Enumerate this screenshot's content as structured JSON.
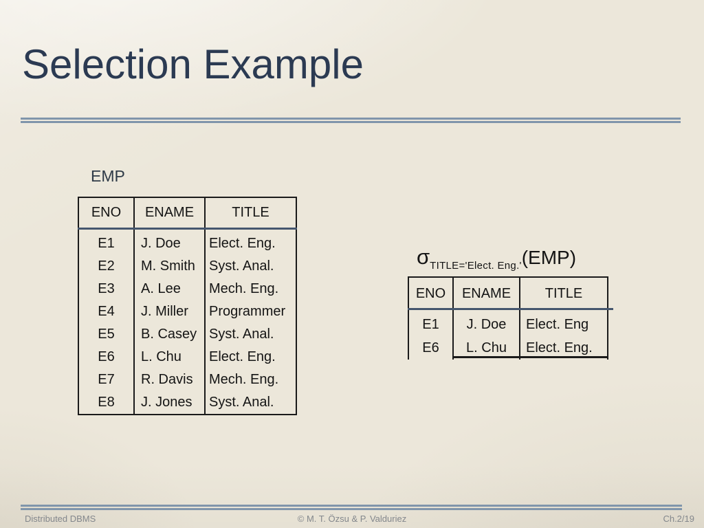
{
  "title": "Selection Example",
  "emp": {
    "label": "EMP",
    "columns": [
      "ENO",
      "ENAME",
      "TITLE"
    ],
    "rows": [
      [
        "E1",
        "J. Doe",
        "Elect. Eng."
      ],
      [
        "E2",
        "M. Smith",
        "Syst. Anal."
      ],
      [
        "E3",
        "A. Lee",
        "Mech. Eng."
      ],
      [
        "E4",
        "J. Miller",
        "Programmer"
      ],
      [
        "E5",
        "B. Casey",
        "Syst. Anal."
      ],
      [
        "E6",
        "L. Chu",
        "Elect. Eng."
      ],
      [
        "E7",
        "R. Davis",
        "Mech. Eng."
      ],
      [
        "E8",
        "J. Jones",
        "Syst. Anal."
      ]
    ]
  },
  "selection": {
    "sigma": "σ",
    "predicate": "TITLE='Elect. Eng.'",
    "operand": "(EMP)"
  },
  "result": {
    "columns": [
      "ENO",
      "ENAME",
      "TITLE"
    ],
    "rows": [
      [
        "E1",
        "J. Doe",
        "Elect. Eng"
      ],
      [
        "E6",
        "L. Chu",
        "Elect. Eng."
      ]
    ]
  },
  "footer": {
    "left": "Distributed DBMS",
    "center": "© M. T. Özsu & P. Valduriez",
    "right": "Ch.2/19"
  },
  "colors": {
    "background": "#ece7da",
    "title_text": "#2b3a52",
    "rule_blue": "#8095ab",
    "table_border": "#1a1a1a",
    "header_separator": "#45566e",
    "body_text": "#141414",
    "footer_text": "#83878c"
  }
}
